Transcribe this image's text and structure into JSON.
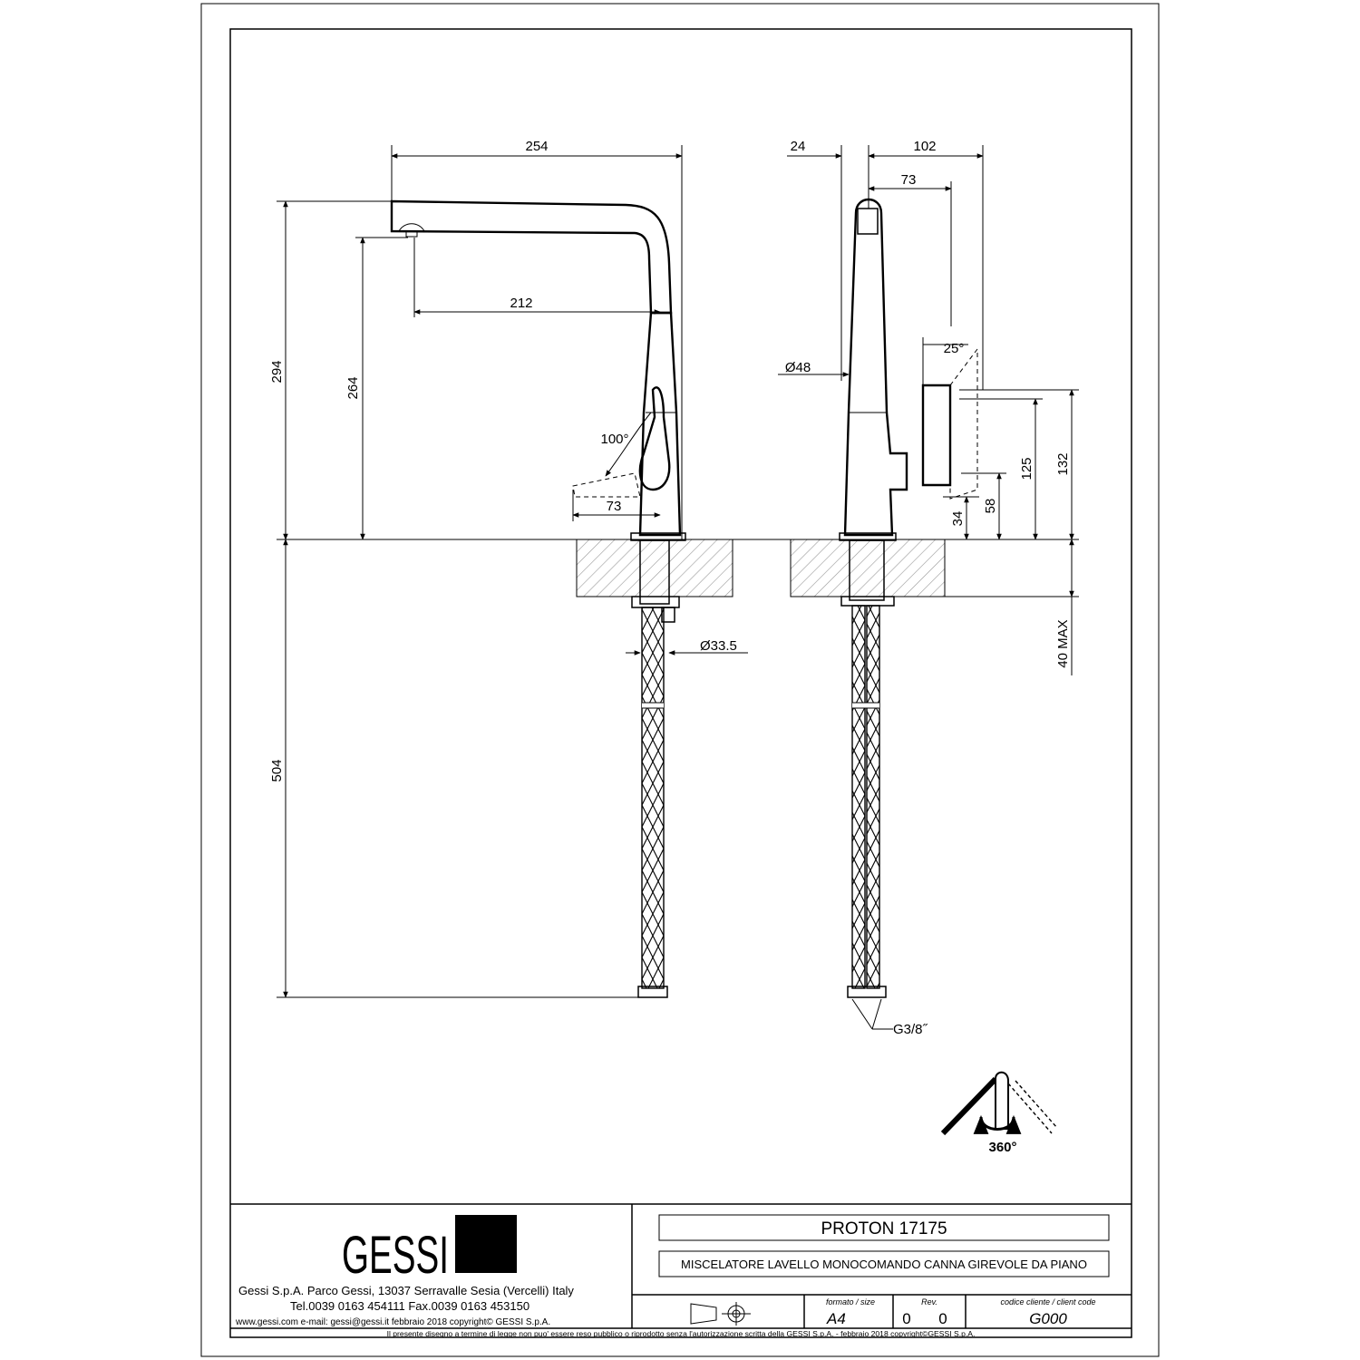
{
  "drawing": {
    "dimensions": {
      "front": {
        "spout_reach": "254",
        "overall_height": "294",
        "outlet_height": "264",
        "outlet_to_axis": "212",
        "lever_angle": "100°",
        "lever_reach": "73",
        "tail_length": "504",
        "shank_diameter": "Ø33.5"
      },
      "side": {
        "back_offset": "24",
        "front_depth": "102",
        "outlet_offset": "73",
        "body_diameter": "Ø48",
        "lever_tilt": "25°",
        "height_125": "125",
        "height_132": "132",
        "height_58": "58",
        "height_34": "34",
        "deck_max": "40 MAX",
        "hose_thread": "G3/8˝"
      }
    },
    "rotation": {
      "label": "360°"
    }
  },
  "title_block": {
    "logo_text": "GESSI",
    "company_line": "Gessi S.p.A. Parco Gessi, 13037 Serravalle Sesia (Vercelli) Italy",
    "phone_line": "Tel.0039  0163  454111  Fax.0039  0163  453150",
    "web_line": "www.gessi.com  e-mail:  gessi@gessi.it   febbraio  2018   copyright© GESSI  S.p.A.",
    "product_title": "PROTON  17175",
    "product_description": "MISCELATORE LAVELLO MONOCOMANDO CANNA GIREVOLE DA PIANO",
    "format_label": "formato  /  size",
    "format_value": "A4",
    "rev_label": "Rev.",
    "rev_values": [
      "0",
      "0"
    ],
    "client_code_label": "codice  cliente  /  client code",
    "client_code_value": "G000",
    "legal_notice": "Il  presente  disegno  a  termine  di  legge  non  puo'  essere  reso  pubblico  o  riprodotto  senza  l'autorizzazione  scritta  della  GESSI  S.p.A.  -  febbraio  2018   copyright©GESSI  S.p.A."
  }
}
